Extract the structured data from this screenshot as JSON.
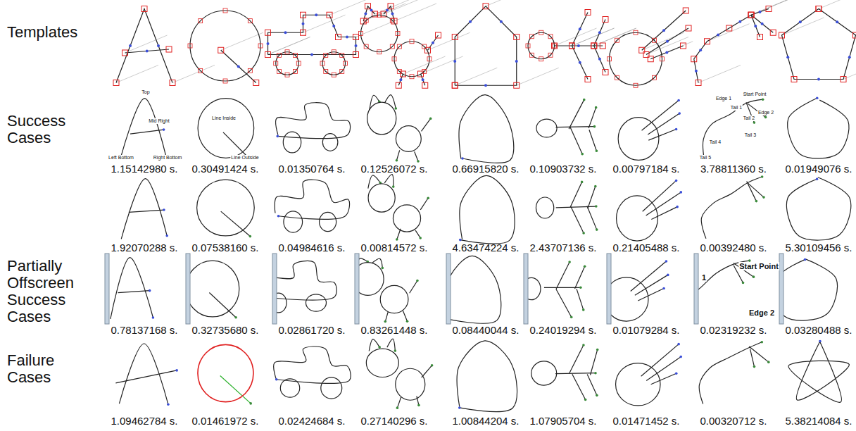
{
  "diagram": {
    "labels": [
      "Templates",
      "Success Cases",
      "Partially Offscreen Success Cases",
      "Failure Cases",
      "1.15142980 s.",
      "0.30491424 s.",
      "0.01350764 s.",
      "0.12526072 s.",
      "0.66915820 s.",
      "0.10903732 s.",
      "0.00797184 s.",
      "3.78811360 s.",
      "0.01949076 s.",
      "1.92070288 s.",
      "0.07538160 s.",
      "0.04984616 s.",
      "0.00814572 s.",
      "4.63474224 s.",
      "2.43707136 s.",
      "0.21405488 s.",
      "0.00392480 s.",
      "5.30109456 s.",
      "0.78137168 s.",
      "0.32735680 s.",
      "0.02861720 s.",
      "0.83261448 s.",
      "0.08440044 s.",
      "0.24019294 s.",
      "0.01079284 s.",
      "0.02319232 s.",
      "0.03280488 s.",
      "1.09462784 s.",
      "0.01461972 s.",
      "0.02424684 s.",
      "0.27140296 s.",
      "1.00844204 s.",
      "1.07905704 s.",
      "0.01471452 s.",
      "0.00320712 s.",
      "5.38214084 s.",
      "Top",
      "Mid Right",
      "Left Bottom",
      "Right Bottom",
      "Line Inside",
      "Line Outside",
      "Edge 1",
      "Start Point",
      "Edge 2",
      "Tail 1",
      "Tail 2",
      "Tail 3",
      "Tail 4",
      "Tail 5",
      "Start Point",
      "Edge 2",
      "1"
    ]
  }
}
